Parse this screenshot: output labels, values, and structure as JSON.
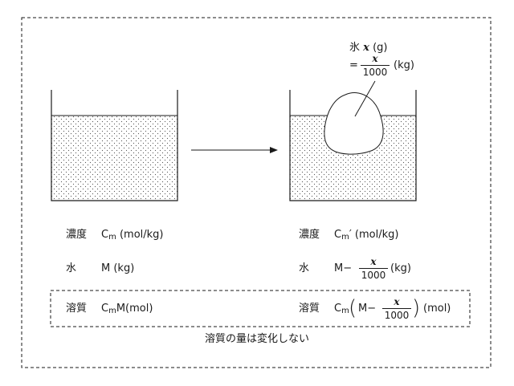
{
  "before": {
    "concentration_label": "濃度",
    "concentration_symbol": "C",
    "concentration_sub": "m",
    "concentration_unit": "(mol/kg)",
    "water_label": "水",
    "water_value": "M (kg)",
    "solute_label": "溶質",
    "solute_c": "C",
    "solute_sub": "m",
    "solute_value": "M(mol)"
  },
  "after": {
    "concentration_label": "濃度",
    "concentration_symbol": "C",
    "concentration_sub": "m",
    "concentration_prime": "′",
    "concentration_unit": "(mol/kg)",
    "water_label": "水",
    "water_m": "M−",
    "water_unit": "(kg)",
    "solute_label": "溶質",
    "solute_c": "C",
    "solute_sub": "m",
    "solute_m": "M−",
    "solute_unit": "(mol)"
  },
  "ice": {
    "label": "氷",
    "var": "x",
    "unit_g": "(g)",
    "equals": "=",
    "unit_kg": "(kg)"
  },
  "fraction": {
    "numerator": "x",
    "denominator": "1000"
  },
  "caption": "溶質の量は変化しない",
  "colors": {
    "line": "#1a1a1a",
    "dots": "#555555",
    "background": "#ffffff"
  }
}
